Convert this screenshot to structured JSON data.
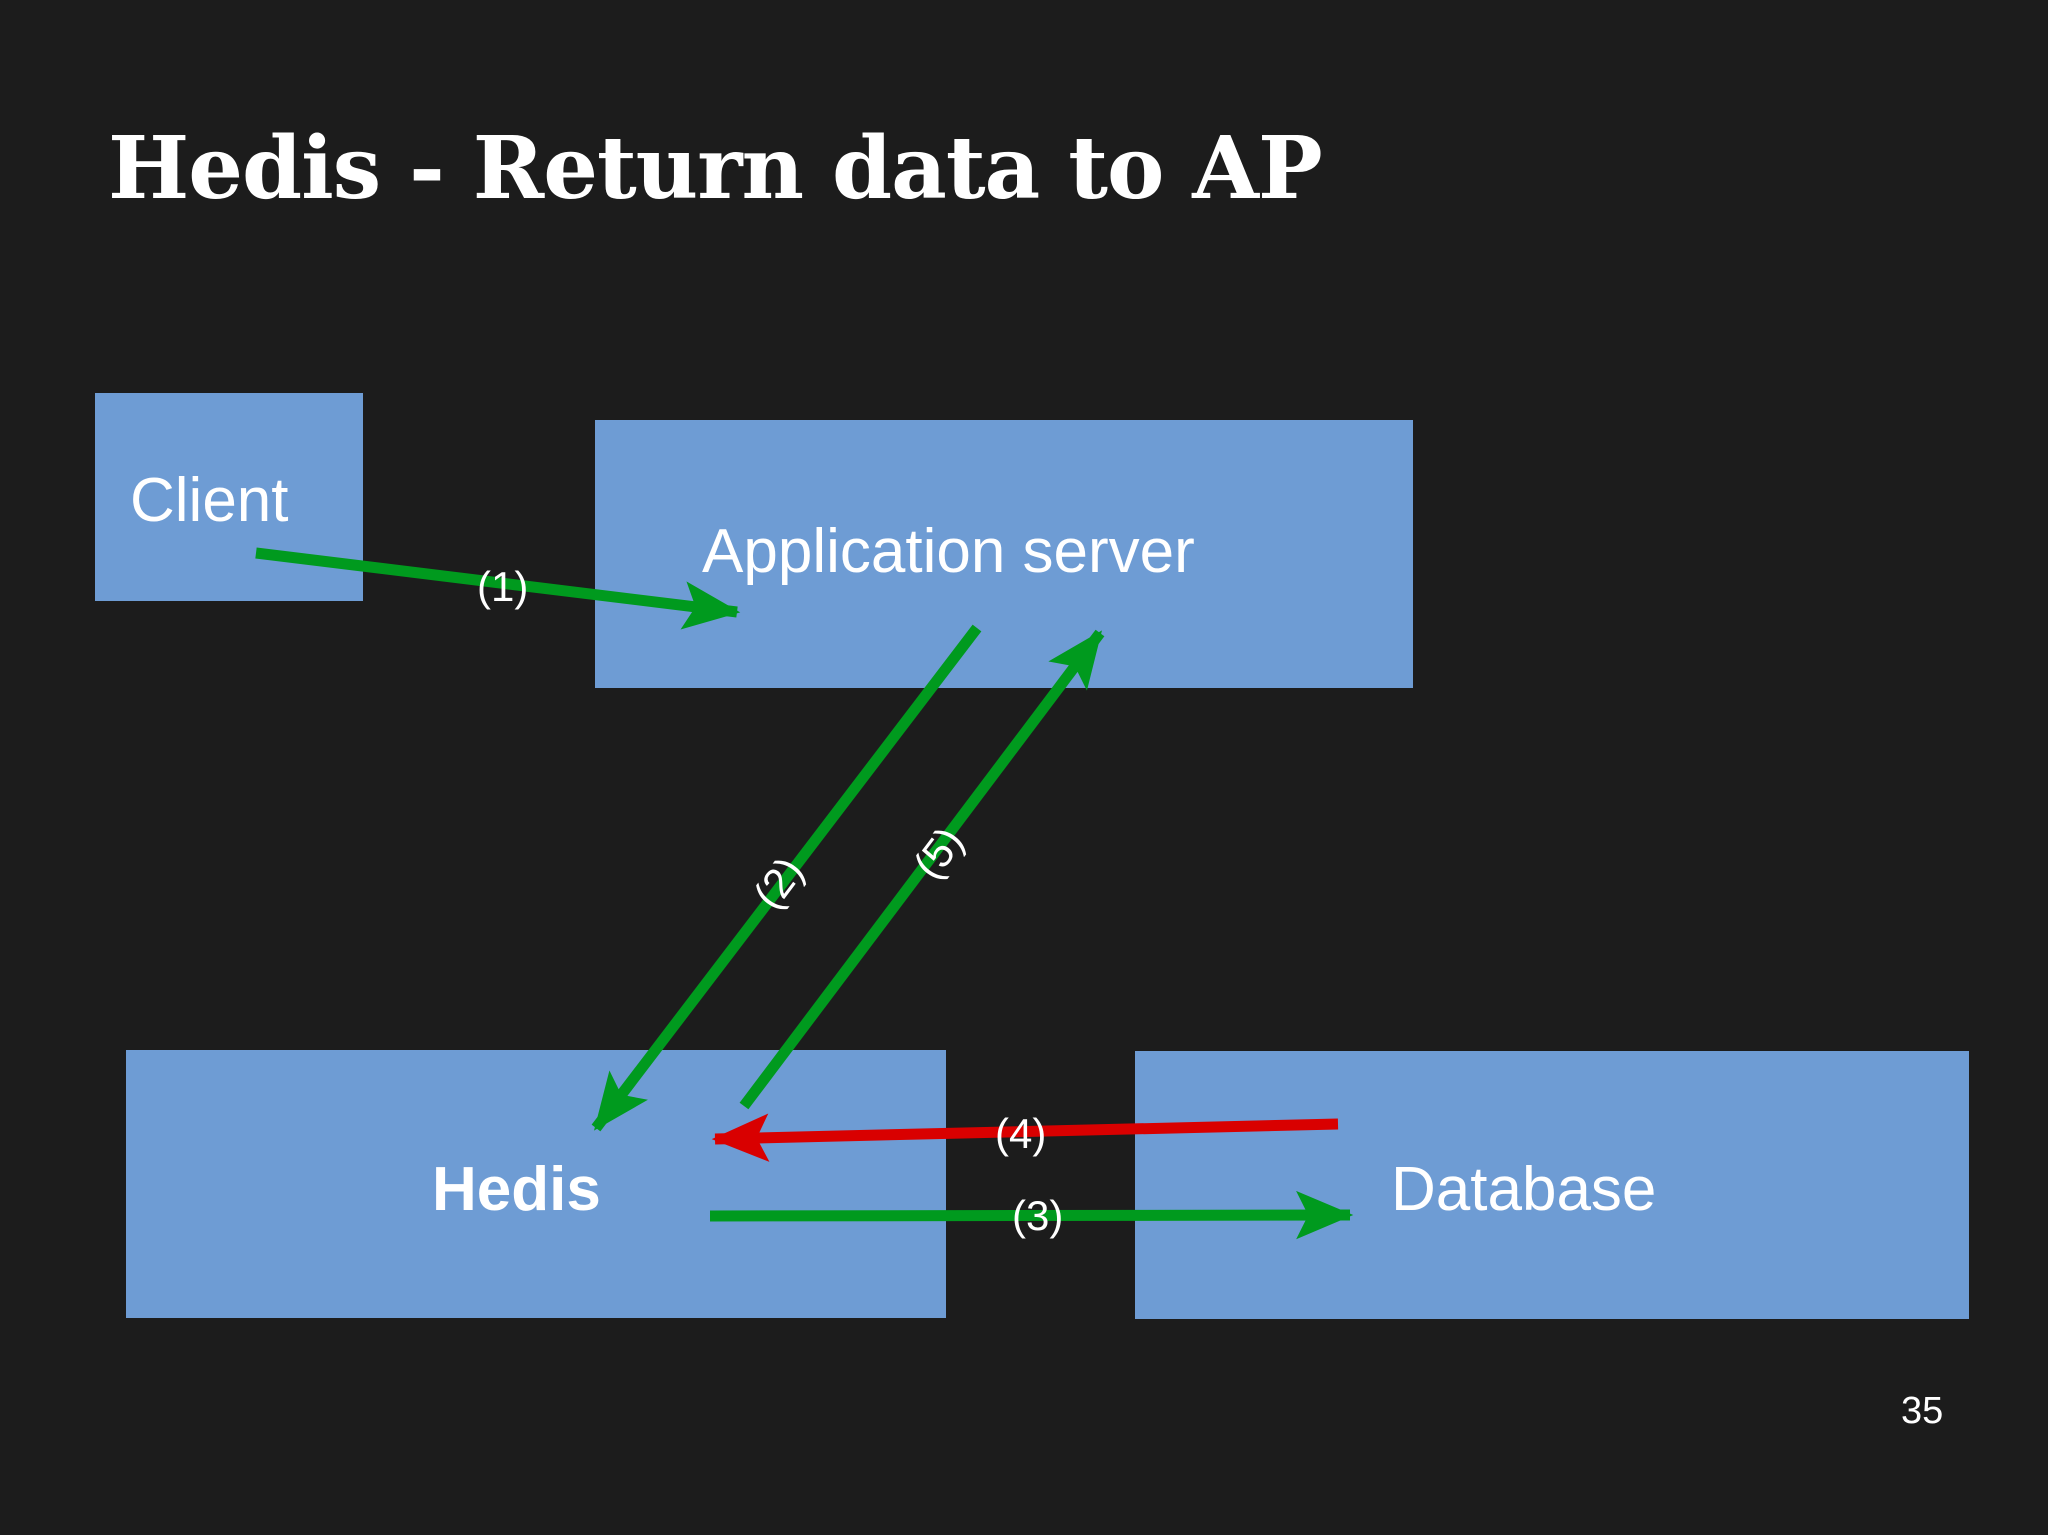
{
  "slide": {
    "title": "Hedis - Return data to AP",
    "page_number": "35",
    "background_color": "#1c1c1c",
    "box_color": "#6e9cd4",
    "text_color": "#ffffff"
  },
  "nodes": [
    {
      "id": "client",
      "label": "Client"
    },
    {
      "id": "appserver",
      "label": "Application server"
    },
    {
      "id": "hedis",
      "label": "Hedis"
    },
    {
      "id": "database",
      "label": "Database"
    }
  ],
  "flow_steps": [
    {
      "num": "(1)",
      "from": "client",
      "to": "appserver",
      "color": "#009a1e"
    },
    {
      "num": "(2)",
      "from": "appserver",
      "to": "hedis",
      "color": "#009a1e"
    },
    {
      "num": "(3)",
      "from": "hedis",
      "to": "database",
      "color": "#009a1e"
    },
    {
      "num": "(4)",
      "from": "database",
      "to": "hedis",
      "color": "#d90000"
    },
    {
      "num": "(5)",
      "from": "hedis",
      "to": "appserver",
      "color": "#009a1e"
    }
  ],
  "colors": {
    "arrow_green": "#009a1e",
    "arrow_red": "#d90000"
  }
}
